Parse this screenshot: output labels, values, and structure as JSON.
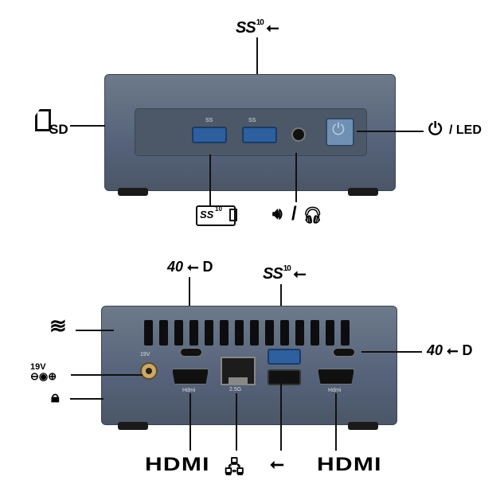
{
  "labels": {
    "sd": "SD",
    "ss": "SS",
    "ss_sup": "10",
    "led": "/ LED",
    "tb_speed": "40",
    "volt": "19V",
    "hdmi_left": "HDMI",
    "hdmi_right": "HDMI",
    "port_hdmi_left": "Hdmi",
    "port_hdmi_right": "Hdmi",
    "dc_small": "19V",
    "usb_front_left_small": "SS",
    "usb_front_right_small": "SS",
    "lan_small": "2.5G"
  },
  "icons": [
    "sd-card-icon",
    "superspeed-usb-icon",
    "power-icon",
    "speaker-icon",
    "headset-icon",
    "thunderbolt-icon",
    "displayport-icon",
    "vent-heat-icon",
    "dc-power-icon",
    "kensington-lock-icon",
    "ethernet-icon",
    "usb-icon"
  ],
  "colors": {
    "chassis": "#5d6b7c",
    "chassis_dark": "#3f4b59",
    "usb_blue": "#2e5f9e",
    "power_button": "#6f8fb3"
  }
}
